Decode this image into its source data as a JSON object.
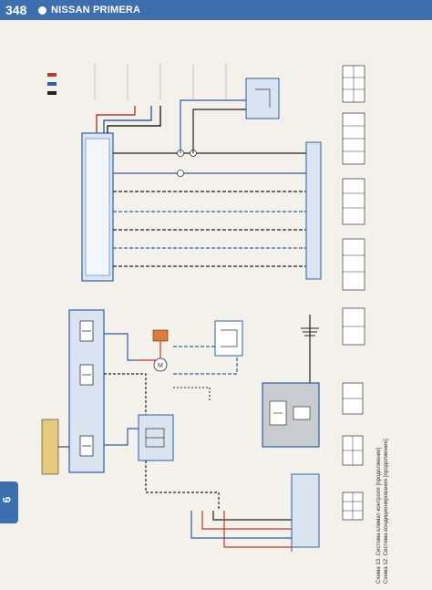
{
  "header": {
    "page_number": "348",
    "book_title": "NISSAN PRIMERA"
  },
  "side_tab": {
    "label": "6"
  },
  "diagrams": {
    "left": {
      "caption": "Схема 12. Система кондиционирования [продолжение]"
    },
    "right": {
      "caption": "Схема 13. Система климат-контроля [продолжение]"
    }
  },
  "colors": {
    "accent": "#3d6fb0",
    "panel_fill": "#d9e4f0",
    "module_fill": "#c8ccd0",
    "wire_red": "#c0392b",
    "wire_blue": "#2b5fa8",
    "wire_black": "#222222",
    "fuse_orange": "#e07b39"
  }
}
